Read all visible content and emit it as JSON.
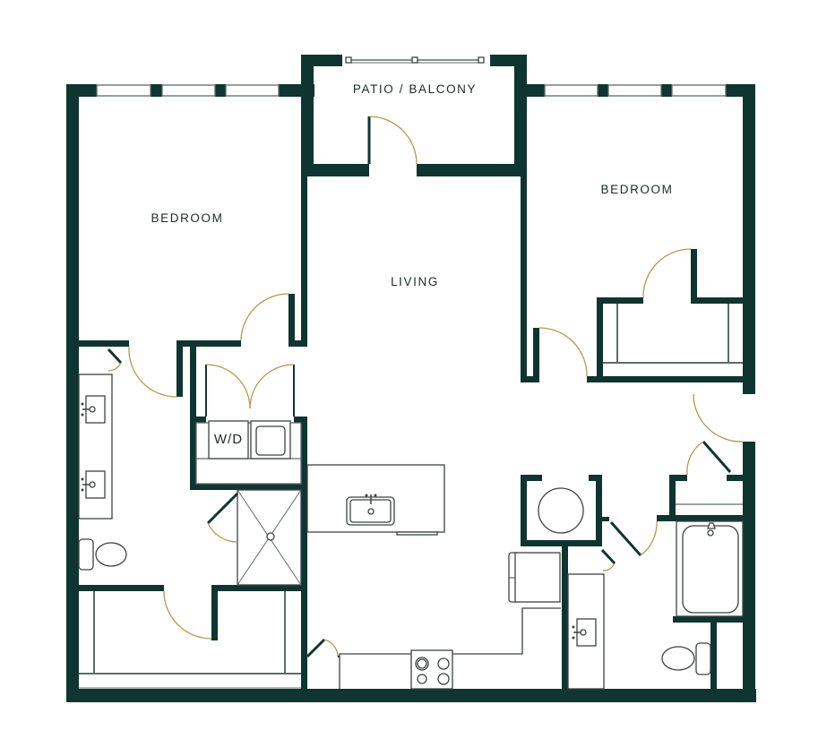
{
  "floorplan": {
    "colors": {
      "wall": "#0f3530",
      "door_swing": "#b09a4e",
      "fixture_line": "#3c4341",
      "background": "#ffffff"
    },
    "rooms": [
      {
        "id": "bedroom-left",
        "label": "BEDROOM"
      },
      {
        "id": "patio",
        "label": "PATIO / BALCONY"
      },
      {
        "id": "bedroom-right",
        "label": "BEDROOM"
      },
      {
        "id": "living",
        "label": "LIVING"
      },
      {
        "id": "laundry",
        "label": "W/D"
      }
    ],
    "icons": {
      "sink": "sink-icon",
      "toilet": "toilet-icon",
      "bathtub": "bathtub-icon",
      "shower": "shower-icon",
      "stove": "stove-icon",
      "water_heater": "water-heater-icon",
      "refrigerator": "refrigerator-icon",
      "door": "door-swing-icon",
      "window": "window-icon",
      "sliding_door": "sliding-door-icon"
    }
  }
}
